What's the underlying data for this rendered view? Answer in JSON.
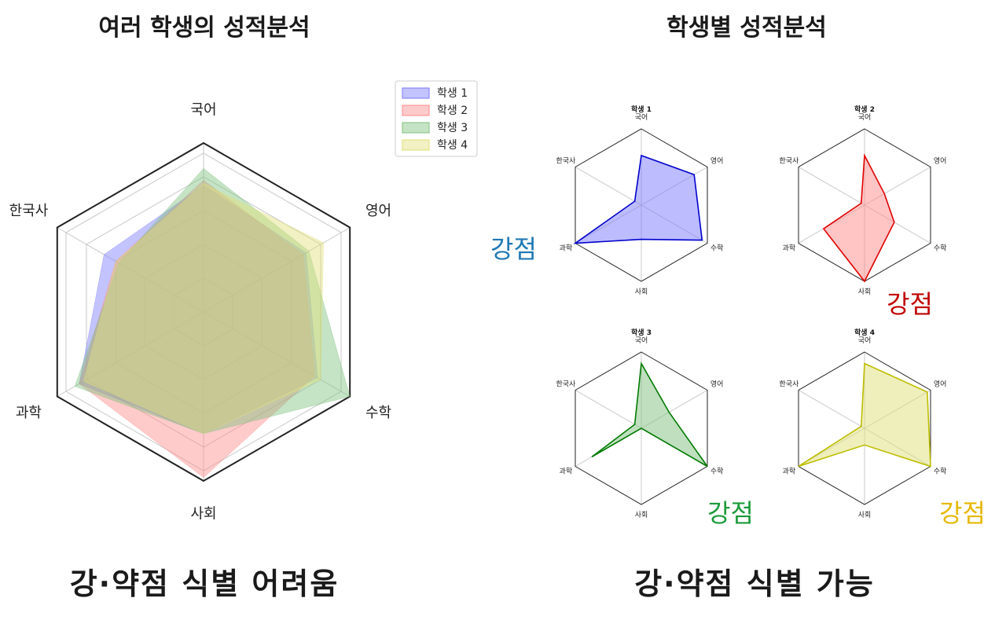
{
  "left_panel": {
    "title": "여러 학생의 성적분석",
    "caption": "강·약점 식별 어려움"
  },
  "right_panel": {
    "title": "학생별 성적분석",
    "caption": "강·약점 식별 가능",
    "callouts": [
      {
        "text": "강점",
        "color": "#1f77b4"
      },
      {
        "text": "강점",
        "color": "#c00000"
      },
      {
        "text": "강점",
        "color": "#1a9a3a"
      },
      {
        "text": "강점",
        "color": "#e6b800"
      }
    ]
  },
  "colors": {
    "student1_fill": "#7a7aff",
    "student1_line": "#0000cc",
    "student2_fill": "#ff8a8a",
    "student2_line": "#e00000",
    "student3_fill": "#7fc07f",
    "student3_line": "#007a00",
    "student4_fill": "#e0e07a",
    "student4_line": "#bdbd00"
  },
  "chart_data": [
    {
      "type": "radar",
      "axes": [
        "국어",
        "영어",
        "수학",
        "사회",
        "과학",
        "한국사"
      ],
      "rlim": [
        0,
        100
      ],
      "grid": true,
      "legend": "top-right",
      "series": [
        {
          "name": "학생 1",
          "values": [
            75,
            70,
            78,
            72,
            85,
            68
          ]
        },
        {
          "name": "학생 2",
          "values": [
            78,
            68,
            76,
            98,
            85,
            60
          ]
        },
        {
          "name": "학생 3",
          "values": [
            85,
            72,
            100,
            72,
            88,
            58
          ]
        },
        {
          "name": "학생 4",
          "values": [
            76,
            82,
            80,
            72,
            82,
            60
          ]
        }
      ]
    },
    {
      "type": "radar",
      "title": "학생 1",
      "axes": [
        "국어",
        "영어",
        "수학",
        "사회",
        "과학",
        "한국사"
      ],
      "rlim": [
        0,
        100
      ],
      "series": [
        {
          "values": [
            65,
            80,
            92,
            45,
            100,
            10
          ]
        }
      ]
    },
    {
      "type": "radar",
      "title": "학생 2",
      "axes": [
        "국어",
        "영어",
        "수학",
        "사회",
        "과학",
        "한국사"
      ],
      "rlim": [
        0,
        100
      ],
      "series": [
        {
          "values": [
            65,
            30,
            45,
            100,
            62,
            5
          ]
        }
      ]
    },
    {
      "type": "radar",
      "title": "학생 3",
      "axes": [
        "국어",
        "영어",
        "수학",
        "사회",
        "과학",
        "한국사"
      ],
      "rlim": [
        0,
        100
      ],
      "series": [
        {
          "values": [
            85,
            42,
            100,
            0,
            75,
            10
          ]
        }
      ]
    },
    {
      "type": "radar",
      "title": "학생 4",
      "axes": [
        "국어",
        "영어",
        "수학",
        "사회",
        "과학",
        "한국사"
      ],
      "rlim": [
        0,
        100
      ],
      "series": [
        {
          "values": [
            85,
            95,
            100,
            22,
            100,
            5
          ]
        }
      ]
    }
  ]
}
